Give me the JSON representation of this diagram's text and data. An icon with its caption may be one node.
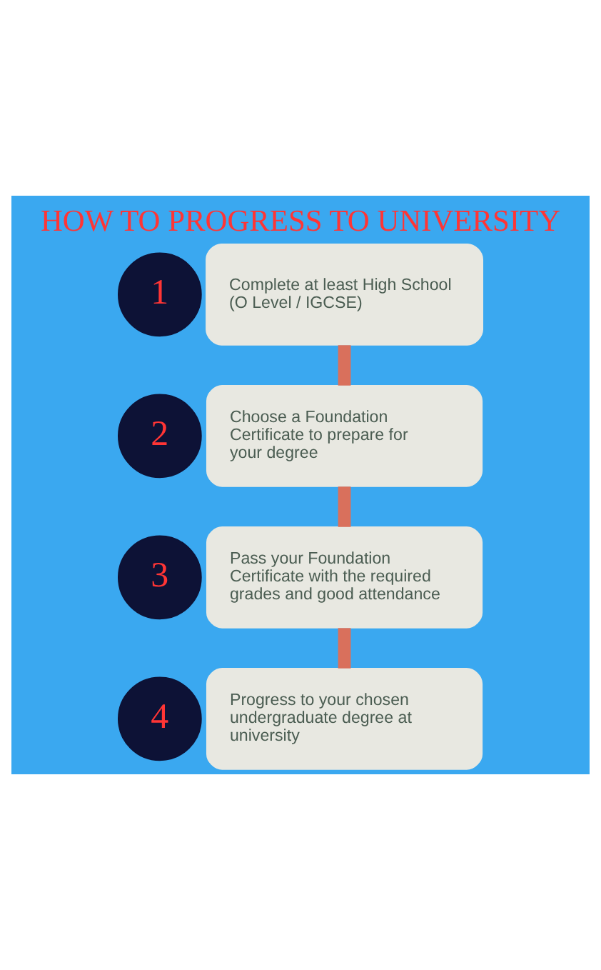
{
  "diagram": {
    "title": "HOW TO PROGRESS TO UNIVERSITY",
    "nodes": [
      {
        "text": [
          "1"
        ]
      },
      {
        "text": [
          "Complete at least High School (O Level / IGCSE)"
        ]
      },
      {
        "text": [
          "2"
        ]
      },
      {
        "text": [
          "Choose a Foundation Certificate to prepare for your degree"
        ]
      },
      {
        "text": [
          "3"
        ]
      },
      {
        "text": [
          "Pass your Foundation Certificate with the required grades and good attendance"
        ]
      },
      {
        "text": [
          "4"
        ]
      },
      {
        "text": [
          "Progress to your chosen undergraduate degree at university"
        ]
      }
    ],
    "edges": [
      {
        "from": 1,
        "to": 3,
        "arrow": "none"
      },
      {
        "from": 3,
        "to": 5,
        "arrow": "none"
      },
      {
        "from": 5,
        "to": 7,
        "arrow": "none"
      }
    ]
  }
}
